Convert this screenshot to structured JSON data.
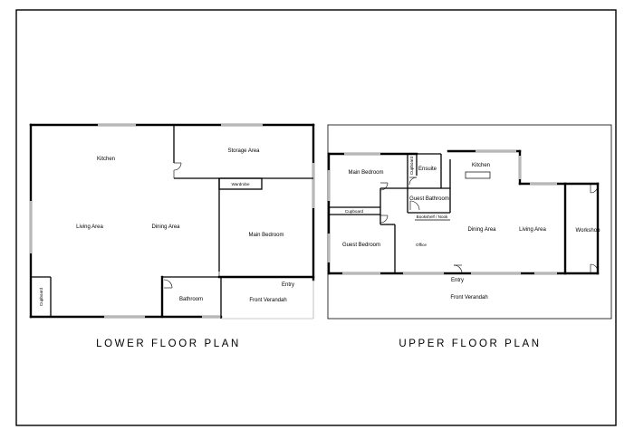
{
  "plans": {
    "lower": {
      "title": "LOWER FLOOR PLAN",
      "rooms": {
        "kitchen": "Kitchen",
        "storage": "Storage Area",
        "wardrobe": "Wardrobe",
        "living": "Living Area",
        "dining": "Dining Area",
        "main_bedroom": "Main Bedroom",
        "entry": "Entry",
        "cupboard": "Cupboard",
        "bathroom": "Bathroom",
        "verandah": "Front Verandah"
      }
    },
    "upper": {
      "title": "UPPER FLOOR PLAN",
      "rooms": {
        "main_bedroom": "Main Bedroom",
        "cupboard_vertical": "Cupboard",
        "ensuite": "Ensuite",
        "kitchen": "Kitchen",
        "guest_bathroom": "Guest Bathroom",
        "bookshelf": "Bookshelf / Nook",
        "cupboard": "Cupboard",
        "guest_bedroom": "Guest Bedroom",
        "office": "Office",
        "dining": "Dining Area",
        "living": "Living Area",
        "workshop": "Workshop",
        "entry": "Entry",
        "verandah": "Front Verandah"
      }
    }
  }
}
